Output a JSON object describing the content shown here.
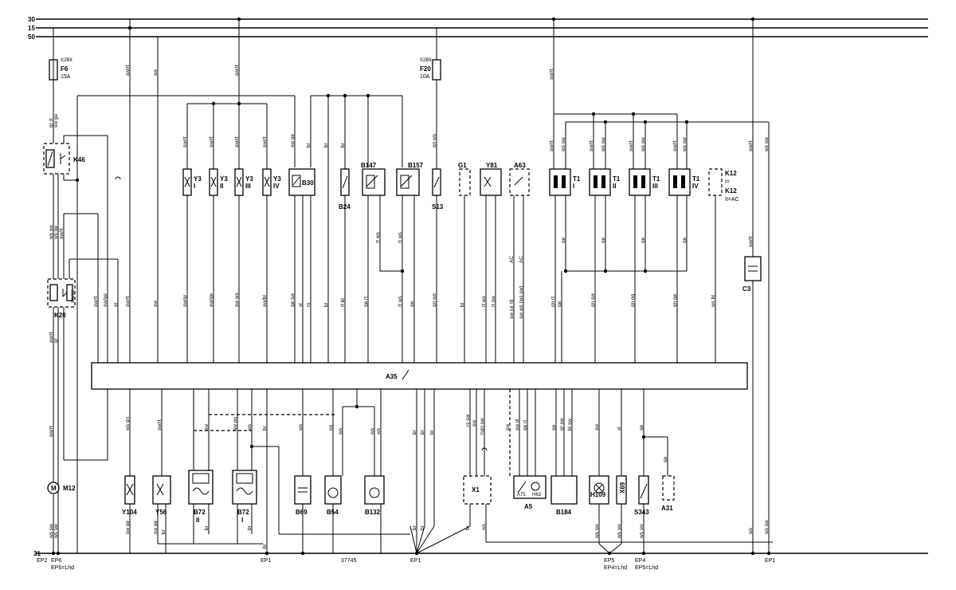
{
  "buses": [
    "30",
    "15",
    "50",
    "31"
  ],
  "fuses": [
    {
      "id": "F6",
      "rating": "15A",
      "ref": "X2BII"
    },
    {
      "id": "F20",
      "rating": "10A",
      "ref": "X2BII"
    }
  ],
  "ecu": {
    "id": "A35"
  },
  "components": {
    "K46": "K46",
    "K20": "K20",
    "M12": "M12",
    "Y3_I": "Y3",
    "Y3_II": "Y3",
    "Y3_III": "Y3",
    "Y3_IV": "Y3",
    "B30": "B30",
    "B24": "B24",
    "B147": "B147",
    "B157": "B157",
    "S13": "S13",
    "G1": "G1",
    "Y81": "Y81",
    "A63": "A63",
    "T1_I": "T1",
    "T1_II": "T1",
    "T1_III": "T1",
    "T1_IV": "T1",
    "K12": "K12",
    "C3": "C3",
    "Y104": "Y104",
    "Y56": "Y56",
    "B72_II": "B72",
    "B72_I": "B72",
    "B69": "B69",
    "B54": "B54",
    "B132": "B132",
    "X1": "X1",
    "A5": "A5",
    "A75": "A75",
    "H63": "H63",
    "B184": "B184",
    "H109": "H109",
    "X69": "X69",
    "S343": "S343",
    "A31": "A31"
  },
  "subs": {
    "I": "I",
    "II": "II",
    "III": "III",
    "IV": "IV"
  },
  "k12_notes": [
    "I=",
    "II=AC"
  ],
  "ground_labels": {
    "ep2": "EP2",
    "ep6": "EP6",
    "ep6_lhd": "EP6=Lhd",
    "ep1": "EP1",
    "ep5": "EP5",
    "ep4_lhd": "EP4=Lhd",
    "ep4": "EP4",
    "ep5_lhd": "EP5=Lhd",
    "ep1_right": "EP1"
  },
  "drawing_number": "37745",
  "wire_colors": {
    "swrt": "sw/rt",
    "sw": "sw",
    "grrt": "gr rt",
    "swge": "sw ge",
    "wssw": "ws sw",
    "wsge": "ws ge",
    "sw_ge": "sw/ge",
    "gr": "gr",
    "swgr": "sw/gr",
    "swws": "sw ws",
    "swbl": "sw/bl",
    "gesw": "ge sw",
    "vi": "vi",
    "rs": "rs",
    "br": "br",
    "rtbl": "rt bl",
    "gert": "ge rt",
    "rtws": "rt ws",
    "ge": "ge",
    "grws": "gn ws",
    "bl": "bl",
    "rtsw": "rt sw",
    "ac": "AC",
    "gnrt": "gn rt",
    "gnsw": "gn sw",
    "gnog": "gn og",
    "gnge": "gn ge",
    "wsbl": "ws bl",
    "wsgn": "ws gn",
    "swog": "sw og",
    "ws": "ws",
    "og": "og",
    "rssw": "rs sw",
    "hgnsw": "hgn sw",
    "gnsw2": "gn sw",
    "swvi": "sw vi",
    "gert2": "ge rt",
    "grsw": "gr sw",
    "blsw": "bl sw",
    "swvirt": "sw (vi rt)",
    "swwsws": "sw ws (ws sw)"
  }
}
